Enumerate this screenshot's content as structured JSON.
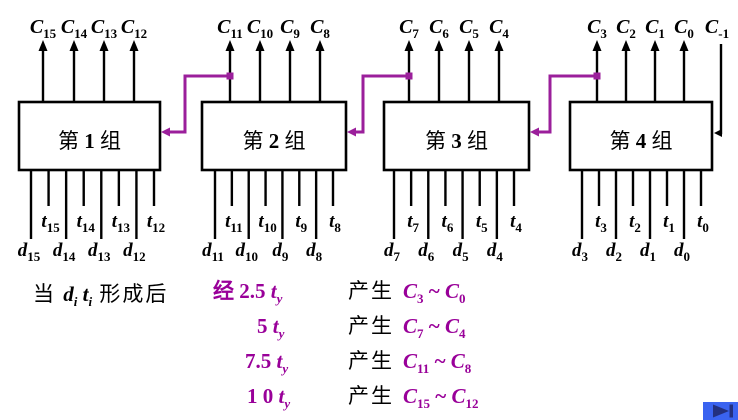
{
  "colors": {
    "ink": "#000000",
    "purple_line": "#9B1F9B",
    "purple_text": "#990099",
    "nav_bg": "#3A63F0",
    "nav_glyph": "#23307F",
    "background": "#FFFFFF"
  },
  "diagram": {
    "groups": [
      {
        "name_prefix": "第",
        "number": "1",
        "name_suffix": "组",
        "outputs": [
          [
            "C",
            "15"
          ],
          [
            "C",
            "14"
          ],
          [
            "C",
            "13"
          ],
          [
            "C",
            "12"
          ]
        ],
        "t_inputs": [
          [
            "t",
            "15"
          ],
          [
            "t",
            "14"
          ],
          [
            "t",
            "13"
          ],
          [
            "t",
            "12"
          ]
        ],
        "d_inputs": [
          [
            "d",
            "15"
          ],
          [
            "d",
            "14"
          ],
          [
            "d",
            "13"
          ],
          [
            "d",
            "12"
          ]
        ]
      },
      {
        "name_prefix": "第",
        "number": "2",
        "name_suffix": "组",
        "outputs": [
          [
            "C",
            "11"
          ],
          [
            "C",
            "10"
          ],
          [
            "C",
            "9"
          ],
          [
            "C",
            "8"
          ]
        ],
        "t_inputs": [
          [
            "t",
            "11"
          ],
          [
            "t",
            "10"
          ],
          [
            "t",
            "9"
          ],
          [
            "t",
            "8"
          ]
        ],
        "d_inputs": [
          [
            "d",
            "11"
          ],
          [
            "d",
            "10"
          ],
          [
            "d",
            "9"
          ],
          [
            "d",
            "8"
          ]
        ]
      },
      {
        "name_prefix": "第",
        "number": "3",
        "name_suffix": "组",
        "outputs": [
          [
            "C",
            "7"
          ],
          [
            "C",
            "6"
          ],
          [
            "C",
            "5"
          ],
          [
            "C",
            "4"
          ]
        ],
        "t_inputs": [
          [
            "t",
            "7"
          ],
          [
            "t",
            "6"
          ],
          [
            "t",
            "5"
          ],
          [
            "t",
            "4"
          ]
        ],
        "d_inputs": [
          [
            "d",
            "7"
          ],
          [
            "d",
            "6"
          ],
          [
            "d",
            "5"
          ],
          [
            "d",
            "4"
          ]
        ]
      },
      {
        "name_prefix": "第",
        "number": "4",
        "name_suffix": "组",
        "outputs": [
          [
            "C",
            "3"
          ],
          [
            "C",
            "2"
          ],
          [
            "C",
            "1"
          ],
          [
            "C",
            "0"
          ]
        ],
        "t_inputs": [
          [
            "t",
            "3"
          ],
          [
            "t",
            "2"
          ],
          [
            "t",
            "1"
          ],
          [
            "t",
            "0"
          ]
        ],
        "d_inputs": [
          [
            "d",
            "3"
          ],
          [
            "d",
            "2"
          ],
          [
            "d",
            "1"
          ],
          [
            "d",
            "0"
          ]
        ]
      }
    ],
    "carry_in": [
      "C",
      "-1"
    ]
  },
  "caption": {
    "lead": {
      "pre": "当",
      "var1": [
        "d",
        "i"
      ],
      "var2": [
        "t",
        "i"
      ],
      "post": "形成后"
    },
    "rows": [
      {
        "delay_prefix": "经",
        "delay": "2.5",
        "unit": [
          "t",
          "y"
        ],
        "verb": "产生",
        "from": [
          "C",
          "3"
        ],
        "sep": "~",
        "to": [
          "C",
          "0"
        ]
      },
      {
        "delay_prefix": "",
        "delay": "5",
        "unit": [
          "t",
          "y"
        ],
        "verb": "产生",
        "from": [
          "C",
          "7"
        ],
        "sep": "~",
        "to": [
          "C",
          "4"
        ]
      },
      {
        "delay_prefix": "",
        "delay": "7.5",
        "unit": [
          "t",
          "y"
        ],
        "verb": "产生",
        "from": [
          "C",
          "11"
        ],
        "sep": "~",
        "to": [
          "C",
          "8"
        ]
      },
      {
        "delay_prefix": "",
        "delay": "1 0",
        "unit": [
          "t",
          "y"
        ],
        "verb": "产生",
        "from": [
          "C",
          "15"
        ],
        "sep": "~",
        "to": [
          "C",
          "12"
        ]
      }
    ]
  },
  "nav": {
    "icon": "next-slide-icon"
  }
}
